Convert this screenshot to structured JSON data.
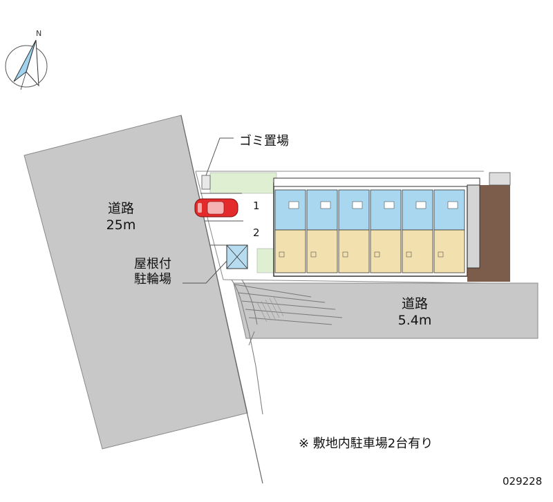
{
  "compass": {
    "north_label": "N"
  },
  "labels": {
    "main_road_name": "道路",
    "main_road_width": "25m",
    "side_road_name": "道路",
    "side_road_width": "5.4m",
    "garbage_area": "ゴミ置場",
    "bike_parking_line1": "屋根付",
    "bike_parking_line2": "駐輪場",
    "parking_slot_1": "1",
    "parking_slot_2": "2"
  },
  "footer": {
    "note": "※ 敷地内駐車場2台有り",
    "property_code": "029228"
  },
  "colors": {
    "road": "#c8c8c8",
    "unit_room_blue": "#a9d7ef",
    "unit_room_tan": "#f2e1ae",
    "stair_brown": "#6e4a36",
    "car_red": "#e32b2b",
    "green_strip": "#dff0d2"
  }
}
